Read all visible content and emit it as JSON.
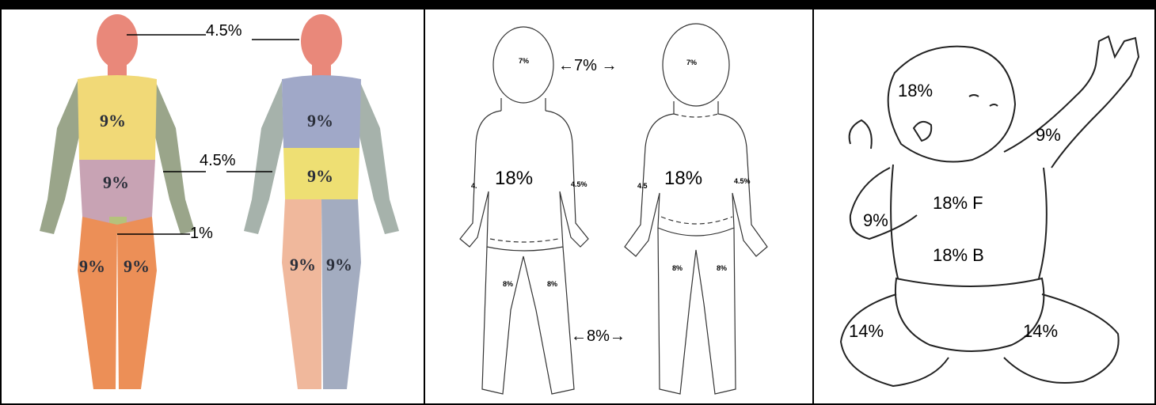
{
  "adult": {
    "head": "4.5%",
    "chest": "9%",
    "abdomen": "9%",
    "arm": "4.5%",
    "genital": "1%",
    "leg_left": "9%",
    "leg_right": "9%",
    "back_upper": "9%",
    "back_lower": "9%",
    "back_leg_left": "9%",
    "back_leg_right": "9%"
  },
  "child": {
    "head_back": "7%",
    "head_front": "7%",
    "head_arrow": "←7% →",
    "trunk_back": "18%",
    "trunk_front": "18%",
    "arm_back_left": "4.",
    "arm_back_right": "4.5%",
    "arm_front_left": "4.5",
    "arm_front_right": "4.5%",
    "leg_back_left": "8%",
    "leg_back_right": "8%",
    "leg_front_left": "8%",
    "leg_front_right": "8%",
    "leg_arrow": "←8%→"
  },
  "infant": {
    "head": "18%",
    "arm_right": "9%",
    "arm_left": "9%",
    "trunk_front": "18% F",
    "trunk_back": "18% B",
    "leg_left": "14%",
    "leg_right": "14%"
  }
}
